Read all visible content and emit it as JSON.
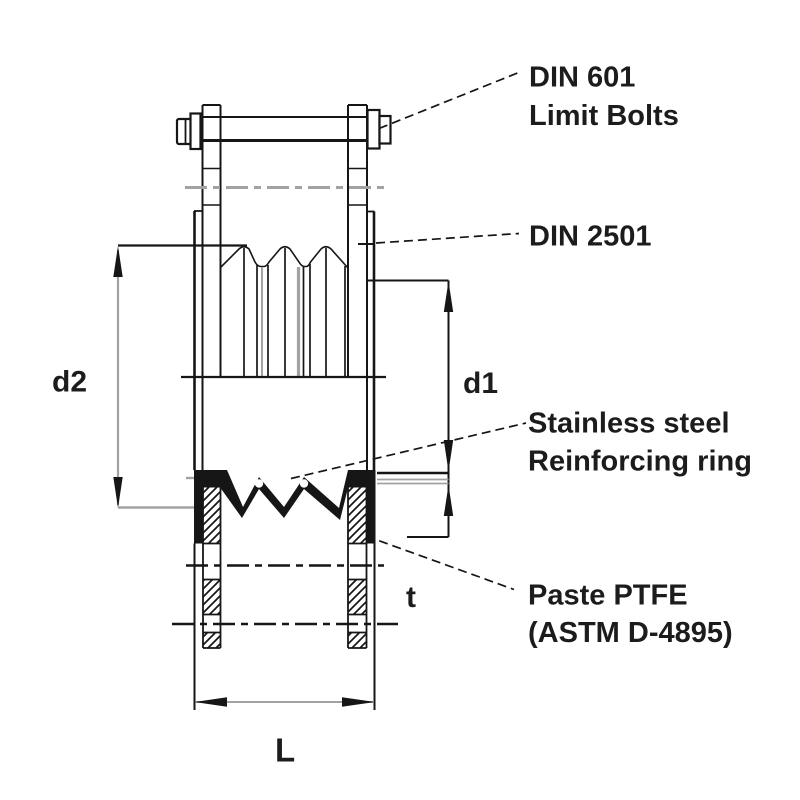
{
  "drawing": {
    "callouts": {
      "din601_line1": "DIN 601",
      "din601_line2": "Limit Bolts",
      "din2501": "DIN 2501",
      "ring_line1": "Stainless steel",
      "ring_line2": "Reinforcing ring",
      "ptfe_line1": "Paste PTFE",
      "ptfe_line2": "(ASTM D-4895)"
    },
    "dimensions": {
      "d2": "d2",
      "d1": "d1",
      "t": "t",
      "L": "L"
    },
    "colors": {
      "ink": "#161616",
      "centerline_gray": "#a2a2a2",
      "background": "#ffffff"
    }
  }
}
